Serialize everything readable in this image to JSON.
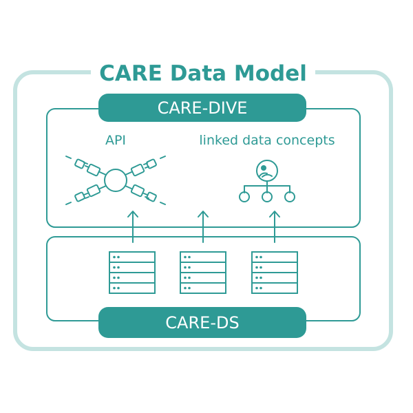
{
  "title": "CARE Data Model",
  "top_box": {
    "label": "CARE-DIVE"
  },
  "bottom_box": {
    "label": "CARE-DS"
  },
  "labels": {
    "api": "API",
    "linked_data": "linked data concepts"
  },
  "colors": {
    "accent": "#2e9a95",
    "outer_frame": "#c4e3e1",
    "background": "#ffffff"
  },
  "icons": {
    "api": "plug-connectors-icon",
    "linked_data": "hierarchy-tree-icon",
    "servers": [
      "server-stack-icon",
      "server-stack-icon",
      "server-stack-icon"
    ]
  }
}
